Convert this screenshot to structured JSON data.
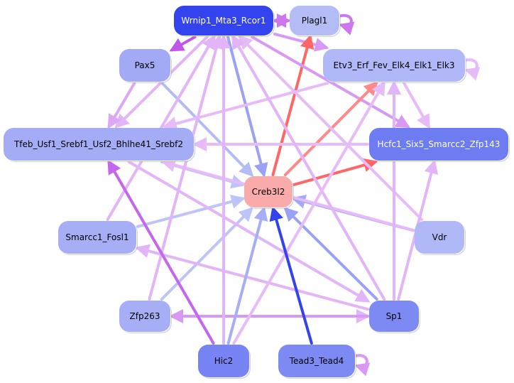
{
  "diagram": {
    "type": "directed-network",
    "center_node": "creb3l2",
    "nodes": [
      {
        "id": "wrnip1",
        "label": "Wrnip1_Mta3_Rcor1",
        "fill": "#3344ee",
        "text": "#ffffff"
      },
      {
        "id": "plagl1",
        "label": "Plagl1",
        "fill": "#b4bcf6",
        "text": "#000000"
      },
      {
        "id": "pax5",
        "label": "Pax5",
        "fill": "#a2aaf6",
        "text": "#000000"
      },
      {
        "id": "etv3",
        "label": "Etv3_Erf_Fev_Elk4_Elk1_Elk3",
        "fill": "#b0b8f8",
        "text": "#000000"
      },
      {
        "id": "tfeb",
        "label": "Tfeb_Usf1_Srebf1_Usf2_Bhlhe41_Srebf2",
        "fill": "#a4acf6",
        "text": "#000000"
      },
      {
        "id": "hcfc1",
        "label": "Hcfc1_Six5_Smarcc2_Zfp143",
        "fill": "#6e7cf2",
        "text": "#ffffff"
      },
      {
        "id": "creb3l2",
        "label": "Creb3l2",
        "fill": "#f9aaaa",
        "text": "#000000"
      },
      {
        "id": "smarcc1",
        "label": "Smarcc1_Fosl1",
        "fill": "#a6aef6",
        "text": "#000000"
      },
      {
        "id": "vdr",
        "label": "Vdr",
        "fill": "#b0b8f8",
        "text": "#000000"
      },
      {
        "id": "zfp263",
        "label": "Zfp263",
        "fill": "#a6aef6",
        "text": "#000000"
      },
      {
        "id": "sp1",
        "label": "Sp1",
        "fill": "#7e8af4",
        "text": "#000000"
      },
      {
        "id": "hic2",
        "label": "Hic2",
        "fill": "#7884f4",
        "text": "#000000"
      },
      {
        "id": "tead3",
        "label": "Tead3_Tead4",
        "fill": "#7e8af4",
        "text": "#000000"
      }
    ],
    "edges": [
      {
        "from": "plagl1",
        "to": "plagl1",
        "color": "#cc77ee"
      },
      {
        "from": "wrnip1",
        "to": "plagl1",
        "color": "#cc77ee"
      },
      {
        "from": "plagl1",
        "to": "wrnip1",
        "color": "#cc77ee"
      },
      {
        "from": "wrnip1",
        "to": "pax5",
        "color": "#c055ee"
      },
      {
        "from": "wrnip1",
        "to": "etv3",
        "color": "#d899f4"
      },
      {
        "from": "etv3",
        "to": "etv3",
        "color": "#e6bbf8"
      },
      {
        "from": "creb3l2",
        "to": "plagl1",
        "color": "#ff6666"
      },
      {
        "from": "wrnip1",
        "to": "creb3l2",
        "color": "#99a2f4"
      },
      {
        "from": "wrnip1",
        "to": "tfeb",
        "color": "#e2b4f8"
      },
      {
        "from": "wrnip1",
        "to": "hcfc1",
        "color": "#d899f4"
      },
      {
        "from": "pax5",
        "to": "tfeb",
        "color": "#dca8f6"
      },
      {
        "from": "pax5",
        "to": "creb3l2",
        "color": "#b4bcf6"
      },
      {
        "from": "etv3",
        "to": "hcfc1",
        "color": "#e6bbf8"
      },
      {
        "from": "etv3",
        "to": "tfeb",
        "color": "#e6bbf8"
      },
      {
        "from": "creb3l2",
        "to": "etv3",
        "color": "#ff8888"
      },
      {
        "from": "creb3l2",
        "to": "hcfc1",
        "color": "#ff6666"
      },
      {
        "from": "tfeb",
        "to": "creb3l2",
        "color": "#bcc4f8"
      },
      {
        "from": "hcfc1",
        "to": "tfeb",
        "color": "#e6bbf8"
      },
      {
        "from": "smarcc1",
        "to": "creb3l2",
        "color": "#bcc4f8"
      },
      {
        "from": "smarcc1",
        "to": "wrnip1",
        "color": "#e2b4f8"
      },
      {
        "from": "vdr",
        "to": "creb3l2",
        "color": "#a2aaf6"
      },
      {
        "from": "vdr",
        "to": "wrnip1",
        "color": "#e6bbf8"
      },
      {
        "from": "vdr",
        "to": "tfeb",
        "color": "#e6bbf8"
      },
      {
        "from": "zfp263",
        "to": "creb3l2",
        "color": "#bcc4f8"
      },
      {
        "from": "zfp263",
        "to": "sp1",
        "color": "#e2b4f8"
      },
      {
        "from": "zfp263",
        "to": "wrnip1",
        "color": "#e2b4f8"
      },
      {
        "from": "sp1",
        "to": "creb3l2",
        "color": "#99a2f4"
      },
      {
        "from": "sp1",
        "to": "smarcc1",
        "color": "#e2b4f8"
      },
      {
        "from": "sp1",
        "to": "hcfc1",
        "color": "#e2b4f8"
      },
      {
        "from": "sp1",
        "to": "etv3",
        "color": "#e2b4f8"
      },
      {
        "from": "sp1",
        "to": "wrnip1",
        "color": "#e2b4f8"
      },
      {
        "from": "sp1",
        "to": "zfp263",
        "color": "#d899f4"
      },
      {
        "from": "tfeb",
        "to": "sp1",
        "color": "#e2b4f8"
      },
      {
        "from": "hic2",
        "to": "tfeb",
        "color": "#c466ee"
      },
      {
        "from": "hic2",
        "to": "creb3l2",
        "color": "#a6aef6"
      },
      {
        "from": "hic2",
        "to": "wrnip1",
        "color": "#e2b4f8"
      },
      {
        "from": "hic2",
        "to": "etv3",
        "color": "#e6bbf8"
      },
      {
        "from": "tead3",
        "to": "creb3l2",
        "color": "#3344ee"
      },
      {
        "from": "tead3",
        "to": "tead3",
        "color": "#d899f4"
      }
    ]
  }
}
